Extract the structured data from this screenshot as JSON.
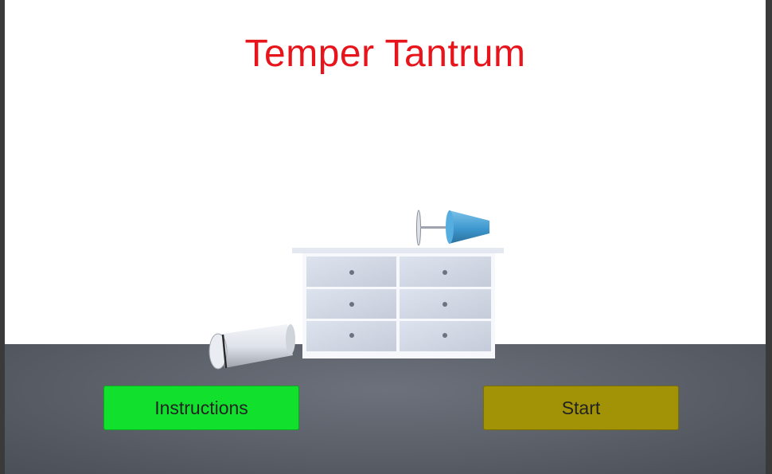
{
  "game": {
    "title": "Temper Tantrum"
  },
  "menu": {
    "instructions_label": "Instructions",
    "start_label": "Start"
  },
  "colors": {
    "title": "#e8141b",
    "instructions_button": "#11e02c",
    "start_button": "#a29306",
    "floor": "#5a5f68",
    "sky": "#ffffff"
  }
}
